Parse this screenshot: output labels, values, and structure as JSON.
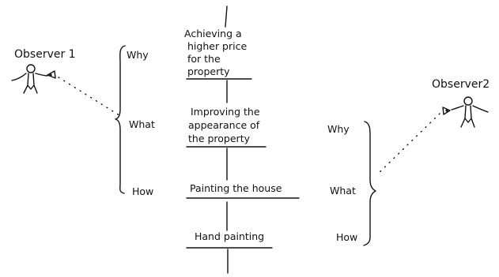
{
  "observers": {
    "left": {
      "label": "Observer 1"
    },
    "right": {
      "label": "Observer2"
    }
  },
  "hierarchy": [
    {
      "lines": [
        "Achieving a",
        "higher price",
        "for the",
        "property"
      ]
    },
    {
      "lines": [
        "Improving the",
        "appearance of",
        "the property"
      ]
    },
    {
      "lines": [
        "Painting the house"
      ]
    },
    {
      "lines": [
        "Hand painting"
      ]
    }
  ],
  "left_brace": {
    "labels": [
      "Why",
      "What",
      "How"
    ]
  },
  "right_brace": {
    "labels": [
      "Why",
      "What",
      "How"
    ]
  }
}
